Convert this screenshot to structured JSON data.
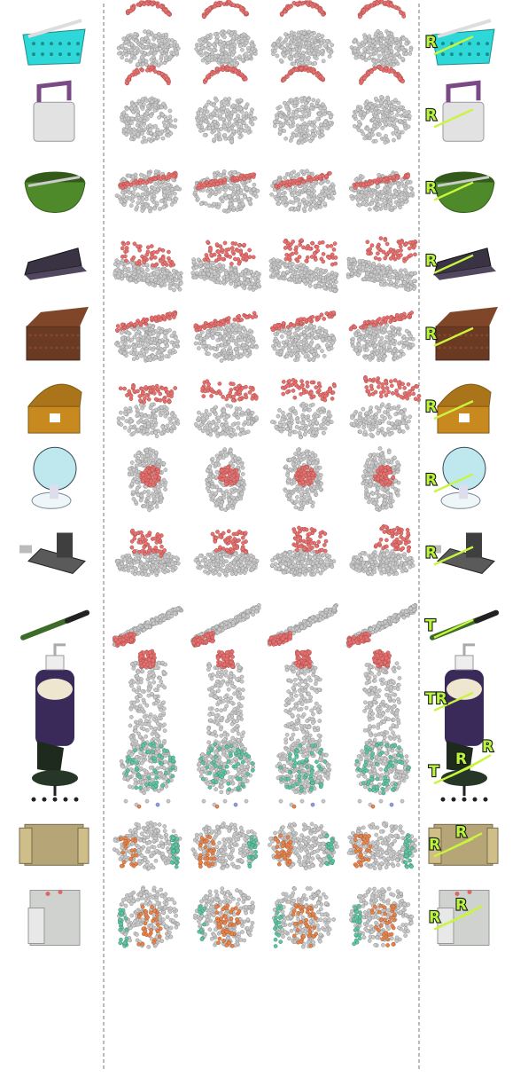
{
  "figure": {
    "background": "#ffffff",
    "divider_color": "#777777",
    "cloud_grey": "#c8c8c8",
    "part_red": "#e8706e",
    "part_teal": "#5fc4a2",
    "part_orange": "#e8834a",
    "part_blue": "#8c9be0",
    "arrow_color": "#c9f53c",
    "rows": [
      {
        "object": "basket",
        "object_color": "#2ed8d8",
        "cloud": "basket",
        "part": "handle",
        "part_color": "#e8706e",
        "labels": [
          "R"
        ]
      },
      {
        "object": "bucket",
        "object_color": "#e2e2e2",
        "cloud": "bucket",
        "part": "handle",
        "part_color": "#e8706e",
        "labels": [
          "R"
        ]
      },
      {
        "object": "pot",
        "object_color": "#4f8a2a",
        "cloud": "pot",
        "part": "handle",
        "part_color": "#e8706e",
        "labels": [
          "R"
        ]
      },
      {
        "object": "laptop",
        "object_color": "#3a3344",
        "cloud": "laptop",
        "part": "screen",
        "part_color": "#e8706e",
        "labels": [
          "R"
        ]
      },
      {
        "object": "picnic-box",
        "object_color": "#6b3a22",
        "cloud": "box",
        "part": "lid",
        "part_color": "#e8706e",
        "labels": [
          "R"
        ]
      },
      {
        "object": "treasure-chest",
        "object_color": "#c88a1e",
        "cloud": "chest",
        "part": "lid",
        "part_color": "#e8706e",
        "labels": [
          "R"
        ]
      },
      {
        "object": "fan",
        "object_color": "#bfe8ee",
        "cloud": "fan",
        "part": "blade",
        "part_color": "#e8706e",
        "labels": [
          "R"
        ]
      },
      {
        "object": "usb-drive",
        "object_color": "#5a5a5a",
        "cloud": "usb",
        "part": "cap",
        "part_color": "#e8706e",
        "labels": [
          "R"
        ]
      },
      {
        "object": "pen",
        "object_color": "#3d6b2a",
        "cloud": "pen",
        "part": "cap",
        "part_color": "#e8706e",
        "labels": [
          "T"
        ]
      },
      {
        "object": "lotion-bottle",
        "object_color": "#3a2a5a",
        "cloud": "bottle",
        "part": "pump",
        "part_color": "#e8706e",
        "labels": [
          "TR"
        ]
      },
      {
        "object": "office-chair",
        "object_color": "#1e2a1e",
        "cloud": "chair",
        "part": "seat",
        "part_color": "#5fc4a2",
        "labels": [
          "T",
          "R",
          "R"
        ]
      },
      {
        "object": "cabinet",
        "object_color": "#b5a577",
        "cloud": "cabinet",
        "part": "doors",
        "part_color": "#e8834a",
        "labels": [
          "R",
          "R"
        ]
      },
      {
        "object": "safe",
        "object_color": "#cfd2cf",
        "cloud": "safe",
        "part": "door",
        "part_color": "#e8834a",
        "labels": [
          "R",
          "R"
        ]
      }
    ]
  }
}
